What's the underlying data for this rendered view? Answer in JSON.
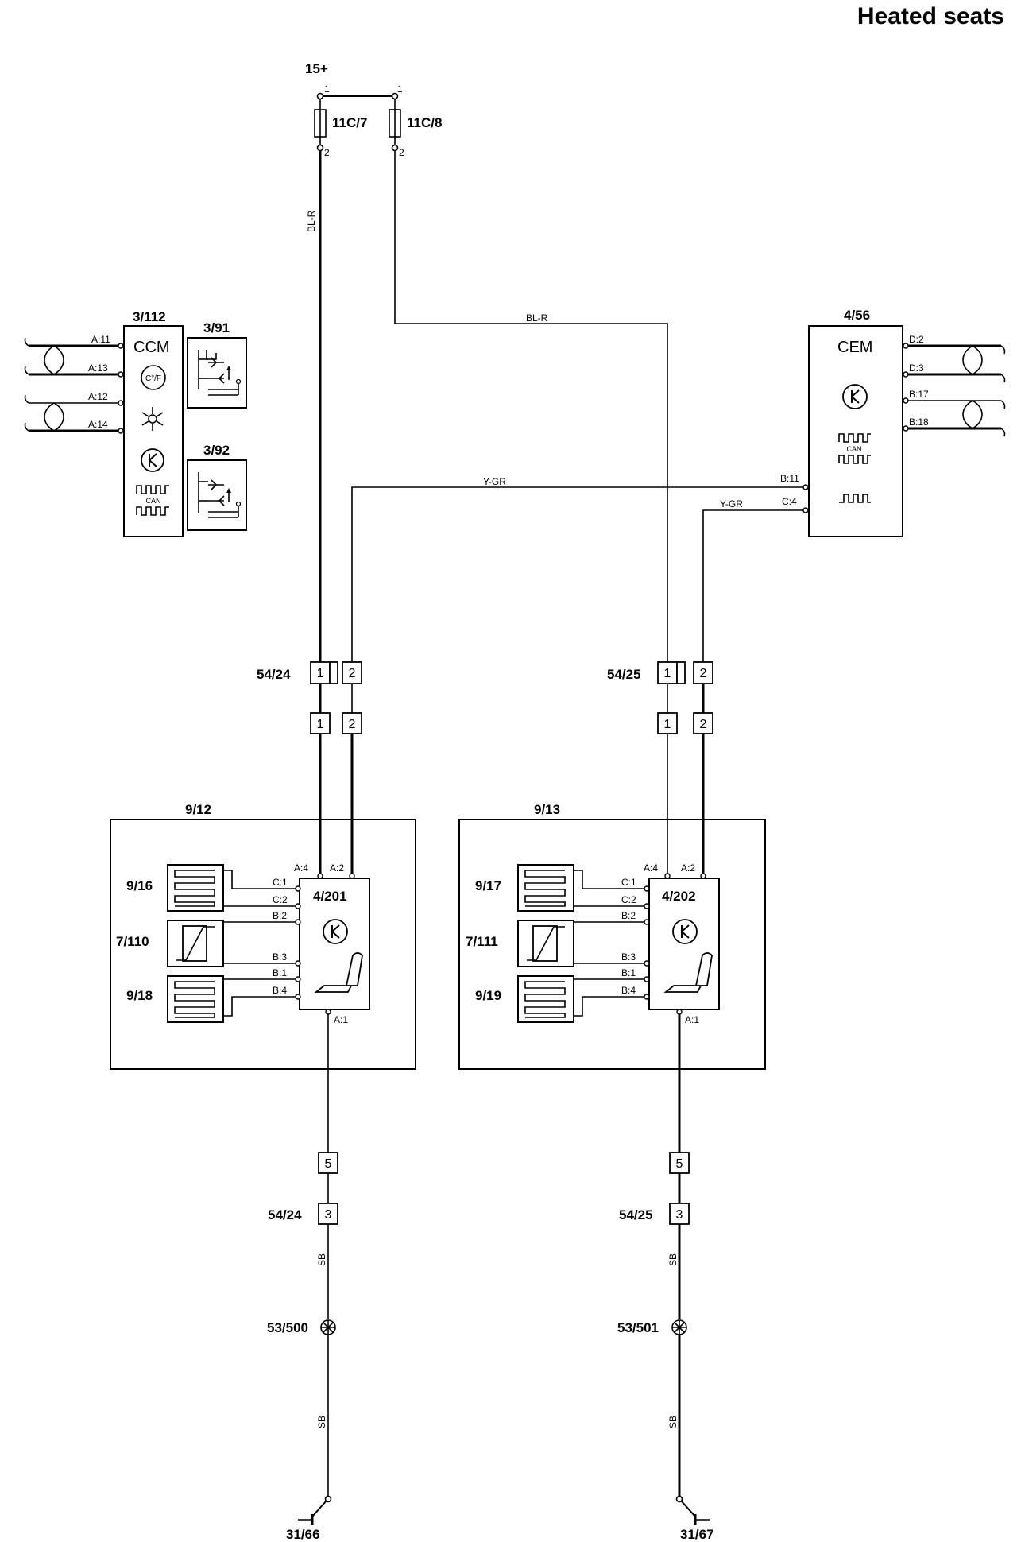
{
  "title": "Heated seats",
  "supply": {
    "label": "15+",
    "pin1a": "1",
    "pin1b": "1",
    "pin2a": "2",
    "pin2b": "2"
  },
  "fuses": [
    {
      "label": "11C/7"
    },
    {
      "label": "11C/8"
    }
  ],
  "wires": {
    "bl_r_vertical": "BL-R",
    "bl_r_horizontal": "BL-R",
    "y_gr_top": "Y-GR",
    "y_gr_lower": "Y-GR",
    "sb": "SB"
  },
  "ccm": {
    "id": "3/112",
    "name": "CCM",
    "temp_symbol": "C°/F",
    "pins": [
      "A:11",
      "A:13",
      "A:12",
      "A:14"
    ],
    "can_label": "CAN"
  },
  "switches": [
    {
      "id": "3/91"
    },
    {
      "id": "3/92"
    }
  ],
  "cem": {
    "id": "4/56",
    "name": "CEM",
    "pins_right": [
      "D:2",
      "D:3",
      "B:17",
      "B:18"
    ],
    "pins_left": [
      "B:11",
      "C:4"
    ],
    "can_label": "CAN"
  },
  "connectors_top": [
    {
      "id": "54/24",
      "pins": [
        "1",
        "2"
      ],
      "mate": [
        "1",
        "2"
      ]
    },
    {
      "id": "54/25",
      "pins": [
        "1",
        "2"
      ],
      "mate": [
        "1",
        "2"
      ]
    }
  ],
  "seats": [
    {
      "group": "9/12",
      "module": "4/201",
      "top_pins": [
        "A:4",
        "A:2"
      ],
      "side_pins": [
        "C:1",
        "C:2",
        "B:2",
        "B:3",
        "B:1",
        "B:4"
      ],
      "bottom_pin": "A:1",
      "elements": [
        "9/16",
        "7/110",
        "9/18"
      ],
      "conn_pins": [
        "5",
        "3"
      ],
      "conn_id": "54/24",
      "splice": "53/500",
      "ground": "31/66"
    },
    {
      "group": "9/13",
      "module": "4/202",
      "top_pins": [
        "A:4",
        "A:2"
      ],
      "side_pins": [
        "C:1",
        "C:2",
        "B:2",
        "B:3",
        "B:1",
        "B:4"
      ],
      "bottom_pin": "A:1",
      "elements": [
        "9/17",
        "7/111",
        "9/19"
      ],
      "conn_pins": [
        "5",
        "3"
      ],
      "conn_id": "54/25",
      "splice": "53/501",
      "ground": "31/67"
    }
  ]
}
